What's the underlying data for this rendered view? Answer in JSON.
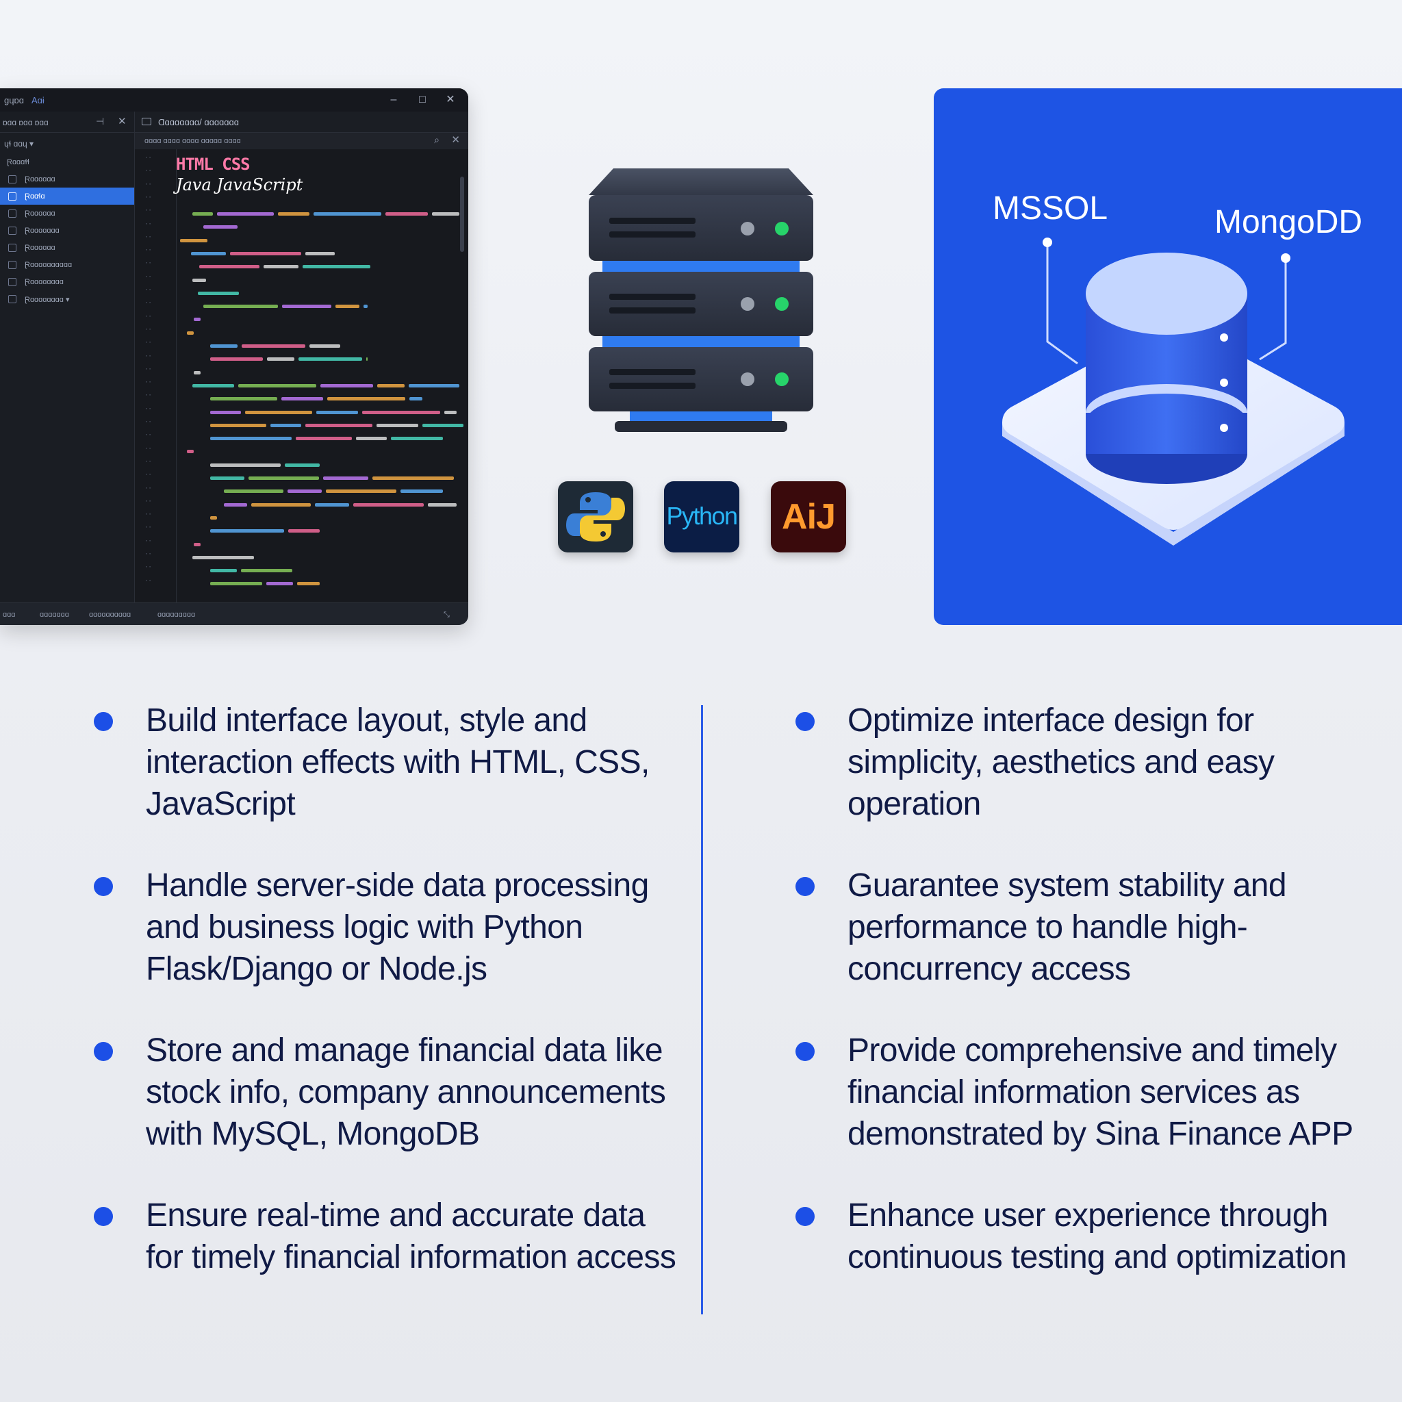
{
  "editor": {
    "app_name": "ɡɥɒɑ",
    "app_menu": "Aɑɨ",
    "sidebar_title": "ɒɑɑ ɒɑɑ ɒɑɑ",
    "sidebar_filter": "ɥɬ ɑɑɥ ▾",
    "sidebar_root": "Ɽɑɑɑɬɬ",
    "sidebar_items": [
      "Ɽɑɑɑɑɑɑ",
      "Ɽɑɑɬɑ",
      "Ɽɑɑɑɑɑɑ",
      "Ɽɑɑɑɑɑɑɑ",
      "Ɽɑɑɑɑɑɑ",
      "Ɽɑɑɑɑɑɑɑɑɑɑ",
      "Ɽɑɑɑɑɑɑɑɑ",
      "Ɽɑɑɑɑɑɑɑɑ ▾"
    ],
    "tab_label": "Ɑɑɑɑɑɑɑɑ/ ɑɑɑɑɑɑɑ",
    "crumbs": "ɑɑɑɑ ɑɑɑɑ ɑɑɑɑ ɑɑɑɑɑ ɑɑɑɑ",
    "code_heading": "HTML CSS",
    "code_subheading": "Java JavaScript",
    "status_items": [
      "ɑɑɑ",
      "ɑɑɑɑɑɑɑ",
      "ɑɑɑɑɑɑɑɑɑɑ",
      "ɑɑɑɑɑɑɑɑɑ"
    ]
  },
  "tiles": {
    "python_word": "Python",
    "ai_word": "AiJ"
  },
  "database": {
    "label_left": "MSSOL",
    "label_right": "MongoDD"
  },
  "left_bullets": [
    "Build interface layout, style and interaction effects with HTML, CSS, JavaScript",
    "Handle server-side data processing and business logic with Python Flask/Django or Node.js",
    "Store and manage financial data like stock info, company announcements with MySQL, MongoDB",
    "Ensure real-time and accurate data for timely financial information access"
  ],
  "right_bullets": [
    "Optimize interface design for simplicity, aesthetics and easy operation",
    "Guarantee system stability and performance to handle high-concurrency access",
    "Provide comprehensive and timely financial information services as demonstrated by Sina Finance APP",
    "Enhance user experience through continuous testing and optimization"
  ],
  "colors": {
    "accent": "#1c4fe6",
    "db_panel": "#1e54e4",
    "text": "#101a45",
    "editor_bg": "#17191e"
  },
  "icons": [
    "server-icon",
    "python-logo-icon",
    "database-icon"
  ]
}
